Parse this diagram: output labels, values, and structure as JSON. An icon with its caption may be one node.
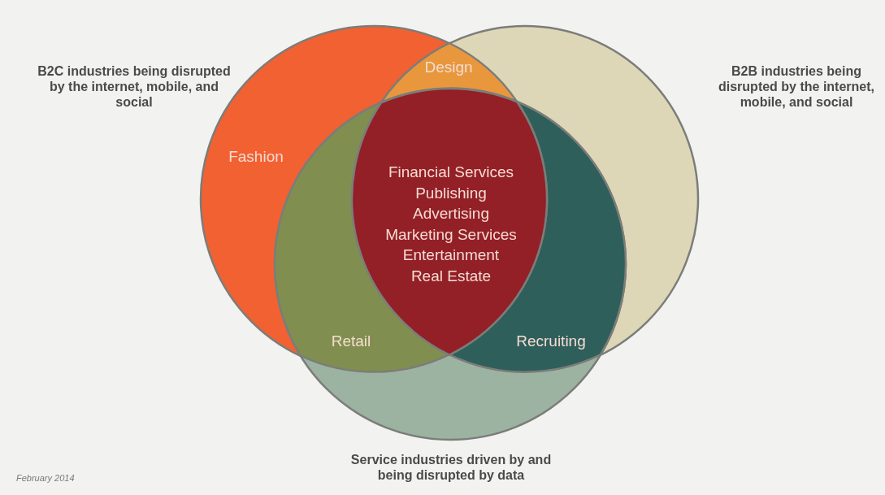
{
  "diagram": {
    "nodes": [
      {
        "text": [
          "B2C industries being disrupted by the internet, mobile, and social",
          "Fashion"
        ]
      },
      {
        "text": [
          "B2B industries being disrupted by the internet, mobile, and social"
        ]
      },
      {
        "text": [
          "Service industries driven by and being disrupted by data"
        ]
      },
      {
        "text": [
          "Design"
        ]
      },
      {
        "text": [
          "Retail"
        ]
      },
      {
        "text": [
          "Recruiting"
        ]
      },
      {
        "text": [
          "Financial Services",
          "Publishing",
          "Advertising",
          "Marketing Services",
          "Entertainment",
          "Real Estate"
        ]
      }
    ],
    "labels": [
      "February 2014"
    ]
  }
}
